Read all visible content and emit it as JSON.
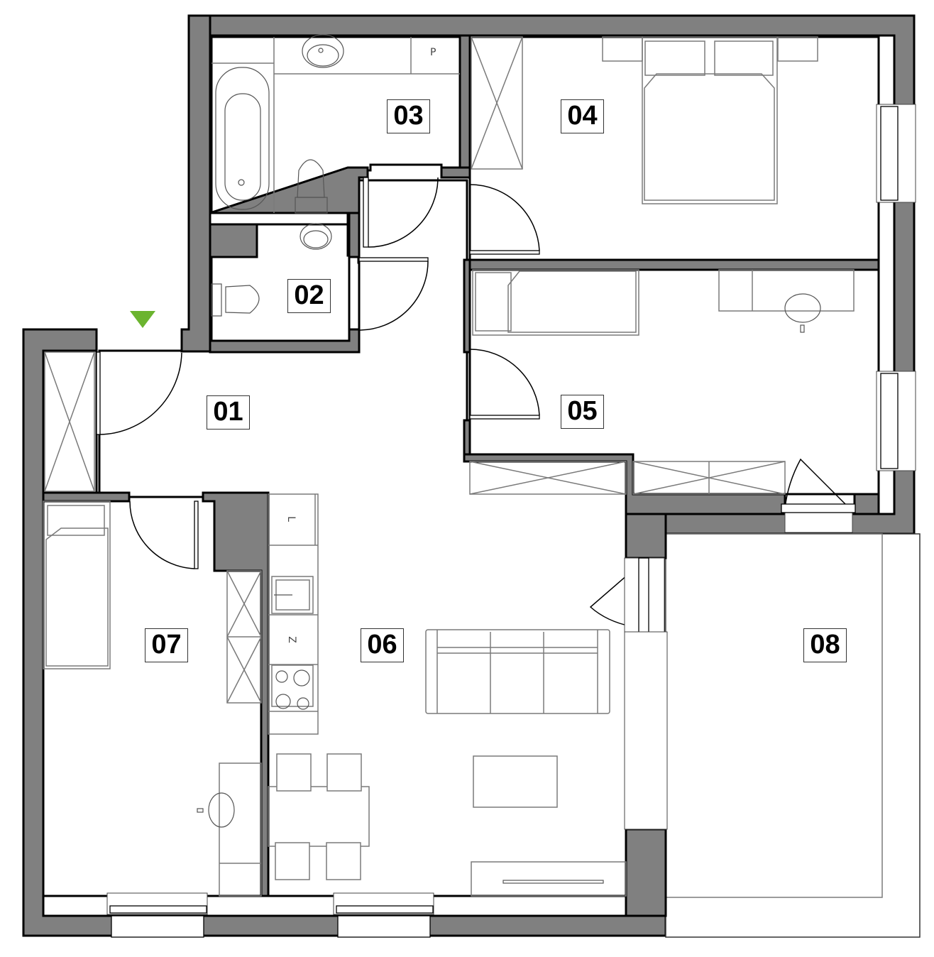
{
  "plan": {
    "type": "apartment-floor-plan",
    "entrance_marker_color": "#6bb42f",
    "wall_color": "#808080",
    "rooms": [
      {
        "id": "01",
        "label": "01",
        "kind": "hall"
      },
      {
        "id": "02",
        "label": "02",
        "kind": "wc"
      },
      {
        "id": "03",
        "label": "03",
        "kind": "bathroom"
      },
      {
        "id": "04",
        "label": "04",
        "kind": "bedroom"
      },
      {
        "id": "05",
        "label": "05",
        "kind": "bedroom"
      },
      {
        "id": "06",
        "label": "06",
        "kind": "living-kitchen"
      },
      {
        "id": "07",
        "label": "07",
        "kind": "bedroom"
      },
      {
        "id": "08",
        "label": "08",
        "kind": "balcony"
      }
    ],
    "appliance_labels": {
      "bathroom_cabinet": "P",
      "fridge": "L",
      "dishwasher": "Z"
    }
  }
}
